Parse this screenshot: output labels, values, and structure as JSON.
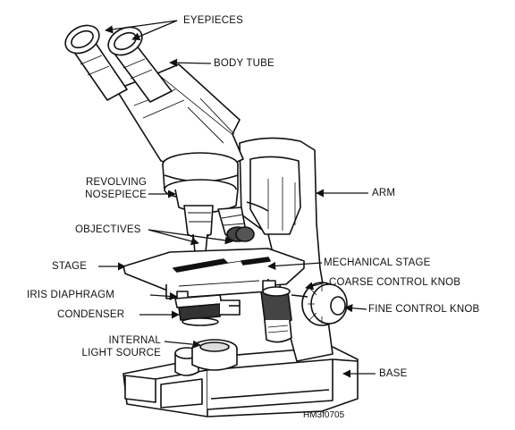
{
  "labels": {
    "eyepieces": "EYEPIECES",
    "body_tube": "BODY TUBE",
    "revolving_nosepiece_line1": "REVOLVING",
    "revolving_nosepiece_line2": "NOSEPIECE",
    "arm": "ARM",
    "objectives": "OBJECTIVES",
    "stage": "STAGE",
    "mechanical_stage": "MECHANICAL STAGE",
    "coarse_control_knob": "COARSE CONTROL KNOB",
    "iris_diaphragm": "IRIS DIAPHRAGM",
    "condenser": "CONDENSER",
    "fine_control_knob": "FINE CONTROL KNOB",
    "internal_light_source_line1": "INTERNAL",
    "internal_light_source_line2": "LIGHT SOURCE",
    "base": "BASE"
  },
  "figure_code": "HM3f0705",
  "colors": {
    "ink": "#111111",
    "shade": "#2a2a2a",
    "paper": "#ffffff"
  }
}
